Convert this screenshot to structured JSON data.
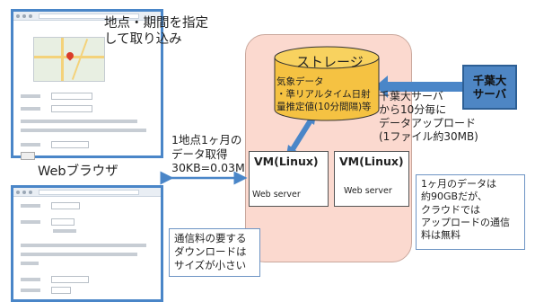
{
  "top_caption": [
    "地点・期間を指定",
    "して取り込み"
  ],
  "browser_label": "Webブラウザ",
  "download_label": [
    "1地点1ヶ月の",
    "データ取得",
    "30KB=0.03MB"
  ],
  "storage": {
    "title": "ストレージ",
    "content": [
      "気象データ",
      "・準リアルタイム日射",
      "量推定値(10分間隔)等"
    ]
  },
  "upload_label": [
    "千葉大サーバ",
    "から10分毎に",
    "データアップロード",
    "(1ファイル約30MB)"
  ],
  "chiba_server": [
    "千葉大",
    "サーバ"
  ],
  "vm_left": {
    "title": "VM(Linux)",
    "service": "Web server"
  },
  "vm_right": {
    "title": "VM(Linux)",
    "service": "Web server"
  },
  "note_download": [
    "通信料の要する",
    "ダウンロードは",
    "サイズが小さい"
  ],
  "note_upload": [
    "1ヶ月のデータは",
    "約90GBだが、",
    "クラウドでは",
    "アップロードの通信",
    "料は無料"
  ],
  "colors": {
    "browser_border": "#4a86c8",
    "cloud_fill": "#fbd9cf",
    "storage_fill": "#f5c242",
    "chiba_fill": "#4e86c4",
    "arrow": "#4a86c8"
  }
}
